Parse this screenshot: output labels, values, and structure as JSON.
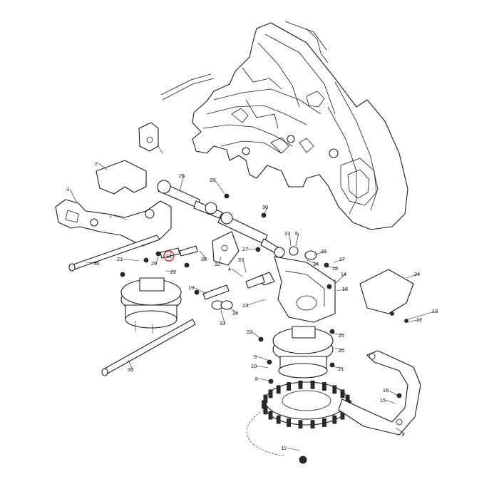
{
  "diagram": {
    "highlight_color": "#d62828",
    "highlighted_callout": "31",
    "callouts": [
      {
        "id": "c2",
        "text": "2"
      },
      {
        "id": "c3a",
        "text": "3"
      },
      {
        "id": "c1",
        "text": "1"
      },
      {
        "id": "c35",
        "text": "35"
      },
      {
        "id": "c26",
        "text": "26"
      },
      {
        "id": "c28",
        "text": "28"
      },
      {
        "id": "c30",
        "text": "30"
      },
      {
        "id": "c37a",
        "text": "37"
      },
      {
        "id": "c6",
        "text": "6"
      },
      {
        "id": "c33a",
        "text": "33"
      },
      {
        "id": "c17",
        "text": "17"
      },
      {
        "id": "c18",
        "text": "18"
      },
      {
        "id": "c34a",
        "text": "34"
      },
      {
        "id": "c14",
        "text": "14"
      },
      {
        "id": "c16a",
        "text": "16"
      },
      {
        "id": "c24",
        "text": "24"
      },
      {
        "id": "c13",
        "text": "13"
      },
      {
        "id": "c12",
        "text": "12"
      },
      {
        "id": "c27",
        "text": "27"
      },
      {
        "id": "c38",
        "text": "38"
      },
      {
        "id": "c32",
        "text": "32"
      },
      {
        "id": "c31",
        "text": "31"
      },
      {
        "id": "c29",
        "text": "29"
      },
      {
        "id": "c21a",
        "text": "21"
      },
      {
        "id": "c22a",
        "text": "22"
      },
      {
        "id": "c4",
        "text": "4"
      },
      {
        "id": "c37b",
        "text": "37"
      },
      {
        "id": "c23",
        "text": "23"
      },
      {
        "id": "c19",
        "text": "19"
      },
      {
        "id": "c33b",
        "text": "33"
      },
      {
        "id": "c34b",
        "text": "34"
      },
      {
        "id": "c36",
        "text": "36"
      },
      {
        "id": "c22b",
        "text": "22"
      },
      {
        "id": "c25",
        "text": "25"
      },
      {
        "id": "c20",
        "text": "20"
      },
      {
        "id": "c9",
        "text": "9"
      },
      {
        "id": "c10",
        "text": "10"
      },
      {
        "id": "c21b",
        "text": "21"
      },
      {
        "id": "c8",
        "text": "8"
      },
      {
        "id": "c16b",
        "text": "16"
      },
      {
        "id": "c15",
        "text": "15"
      },
      {
        "id": "c3b",
        "text": "3"
      },
      {
        "id": "c11",
        "text": "11"
      }
    ]
  }
}
